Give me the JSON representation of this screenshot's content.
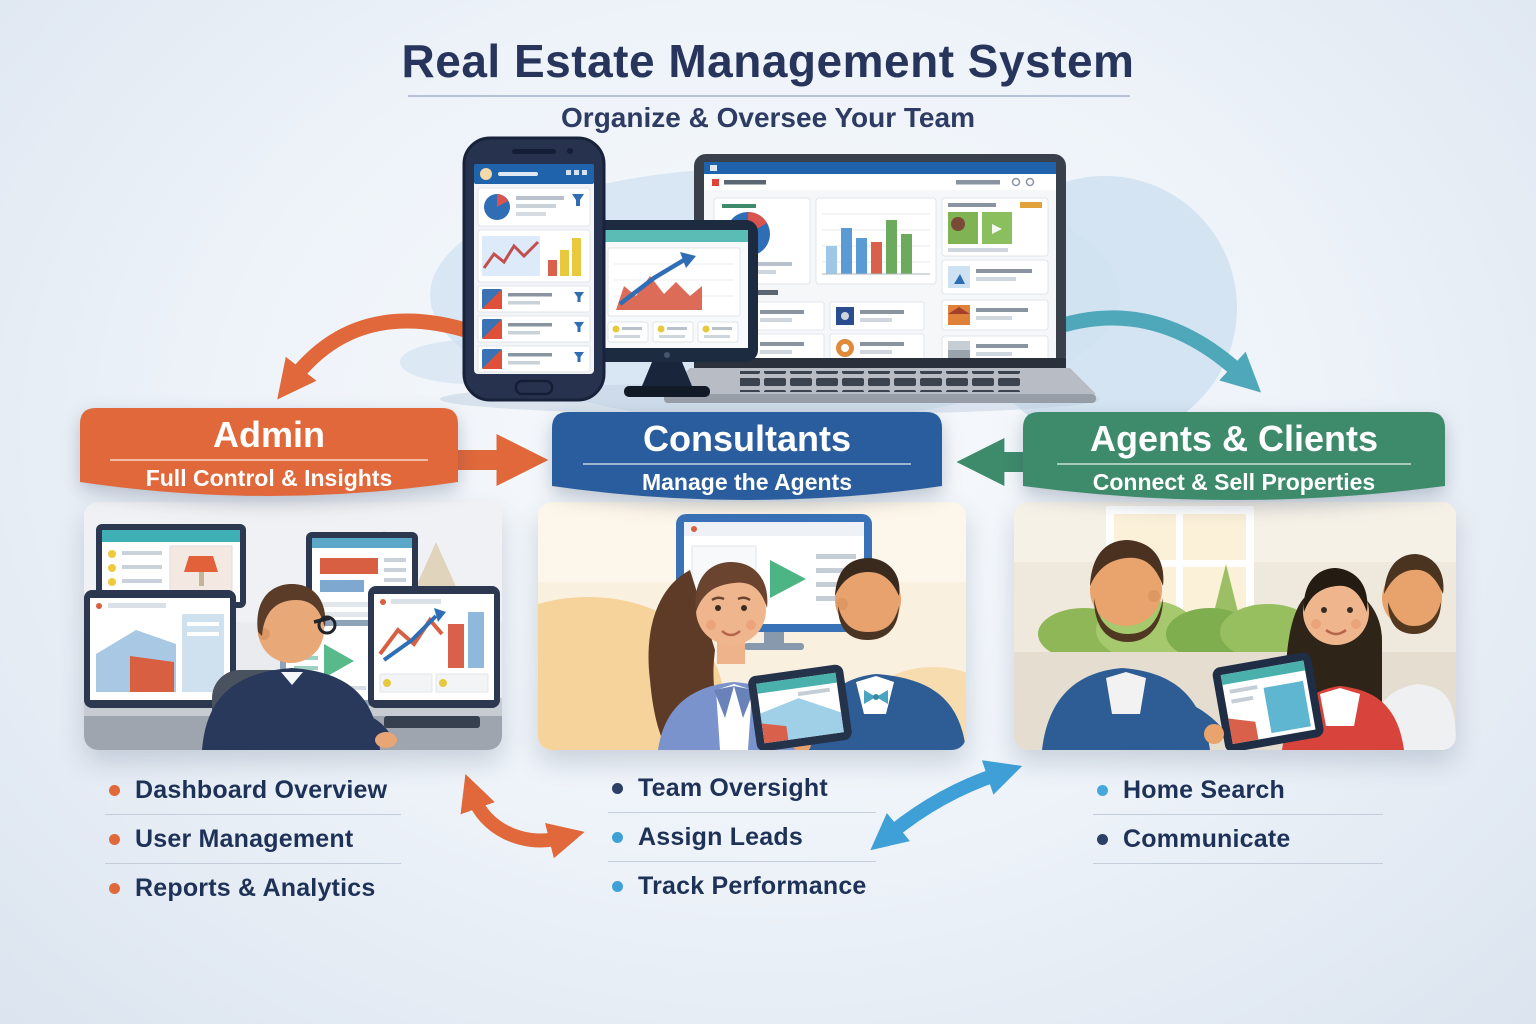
{
  "header": {
    "title": "Real Estate Management System",
    "subtitle": "Organize & Oversee Your Team"
  },
  "roles": [
    {
      "title": "Admin",
      "subtitle": "Full Control & Insights",
      "accent": "#e0683a",
      "features": [
        {
          "label": "Dashboard Overview",
          "bullet": "#e0683a"
        },
        {
          "label": "User Management",
          "bullet": "#e0683a"
        },
        {
          "label": "Reports & Analytics",
          "bullet": "#e0683a"
        }
      ]
    },
    {
      "title": "Consultants",
      "subtitle": "Manage the Agents",
      "accent": "#2a5d9e",
      "features": [
        {
          "label": "Team Oversight",
          "bullet": "#2c3f66"
        },
        {
          "label": "Assign Leads",
          "bullet": "#3fa0d8"
        },
        {
          "label": "Track Performance",
          "bullet": "#3fa0d8"
        }
      ]
    },
    {
      "title": "Agents & Clients",
      "subtitle": "Connect & Sell Properties",
      "accent": "#3e8b6b",
      "features": [
        {
          "label": "Home Search",
          "bullet": "#45a8dc"
        },
        {
          "label": "Communicate",
          "bullet": "#2c3f66"
        }
      ]
    }
  ],
  "colors": {
    "background": "#edf2f8",
    "title_text": "#27355d",
    "admin_accent": "#e0683a",
    "consultants_accent": "#2a5d9e",
    "agents_accent": "#3e8b6b",
    "arrow_orange": "#e0683a",
    "arrow_teal": "#4fa8ba",
    "arrow_blue": "#3fa0d8",
    "arrow_green": "#3e8b6b",
    "feature_text": "#1e3258"
  }
}
